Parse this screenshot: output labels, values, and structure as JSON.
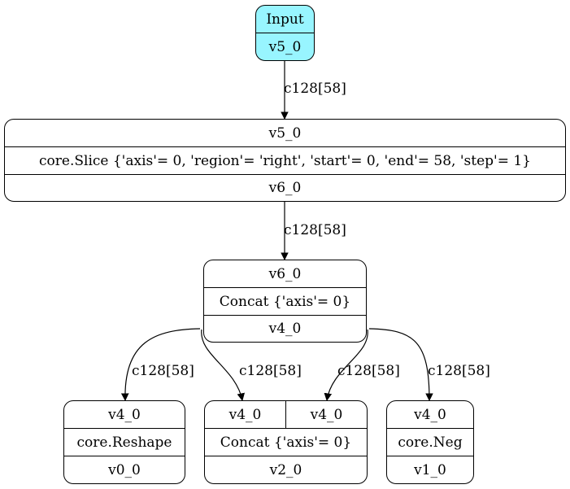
{
  "nodes": {
    "input": {
      "title": "Input",
      "name": "v5_0"
    },
    "slice": {
      "input": "v5_0",
      "op": "core.Slice {'axis'= 0, 'region'= 'right', 'start'= 0, 'end'= 58, 'step'= 1}",
      "output": "v6_0"
    },
    "concat_top": {
      "input": "v6_0",
      "op": "Concat {'axis'= 0}",
      "output": "v4_0"
    },
    "reshape": {
      "input": "v4_0",
      "op": "core.Reshape",
      "output": "v0_0"
    },
    "concat_bottom": {
      "input_a": "v4_0",
      "input_b": "v4_0",
      "op": "Concat {'axis'= 0}",
      "output": "v2_0"
    },
    "neg": {
      "input": "v4_0",
      "op": "core.Neg",
      "output": "v1_0"
    }
  },
  "edges": {
    "input_to_slice": "c128[58]",
    "slice_to_concat": "c128[58]",
    "concat_to_reshape": "c128[58]",
    "concat_to_concat_a": "c128[58]",
    "concat_to_concat_b": "c128[58]",
    "concat_to_neg": "c128[58]"
  }
}
